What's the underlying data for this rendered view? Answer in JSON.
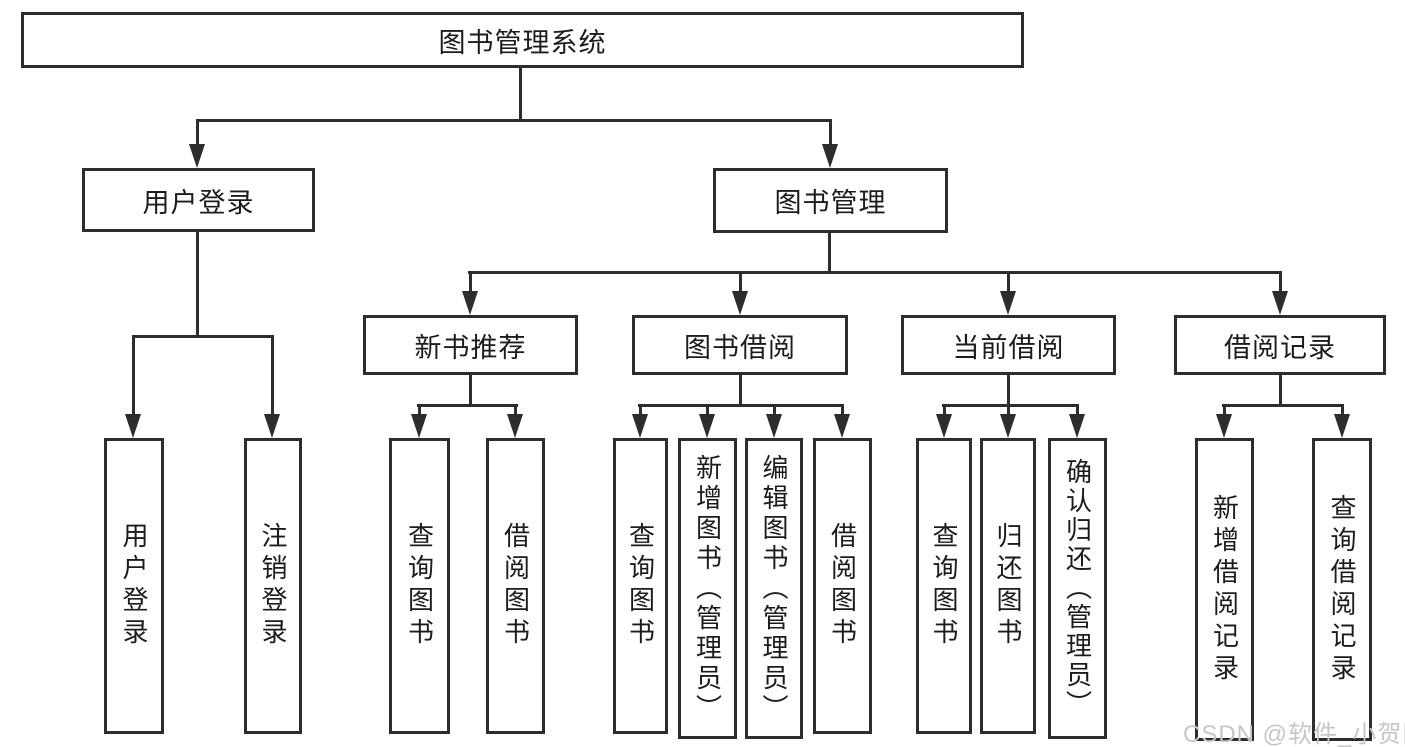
{
  "diagram": {
    "root": "图书管理系统",
    "level2": [
      "用户登录",
      "图书管理"
    ],
    "level3": [
      "新书推荐",
      "图书借阅",
      "当前借阅",
      "借阅记录"
    ],
    "leaves_user_login": [
      "用户登录",
      "注销登录"
    ],
    "leaves_new_book": [
      "查询图书",
      "借阅图书"
    ],
    "leaves_book_borrow": [
      "查询图书",
      "新增图书（管理员）",
      "编辑图书（管理员）",
      "借阅图书"
    ],
    "leaves_current_borrow": [
      "查询图书",
      "归还图书",
      "确认归还（管理员）"
    ],
    "leaves_borrow_record": [
      "新增借阅记录",
      "查询借阅记录"
    ]
  },
  "watermark": "CSDN @软件_小贺同学",
  "colors": {
    "line": "#2d2d2d",
    "text": "#1c1c1c",
    "background": "#ffffff",
    "watermark": "#c3c7cd"
  }
}
